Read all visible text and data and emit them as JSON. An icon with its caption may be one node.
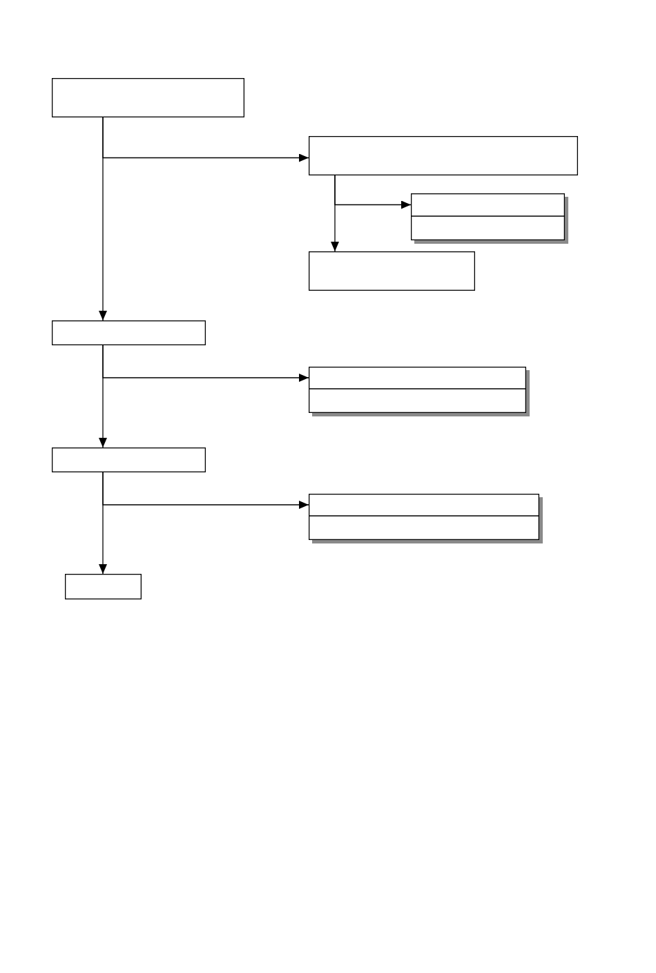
{
  "diagram": {
    "nodes": [
      {
        "text": [],
        "shape": "box"
      },
      {
        "text": [],
        "shape": "box"
      },
      {
        "text": [],
        "shape": "box"
      },
      {
        "text": [],
        "shape": "box"
      },
      {
        "text": [],
        "shape": "box"
      },
      {
        "text": [],
        "shape": "box"
      },
      {
        "text": [],
        "shape": "box"
      },
      {
        "text": [],
        "shape": "box"
      },
      {
        "text": [],
        "shape": "box"
      }
    ],
    "edges": [
      {
        "from": 0,
        "to": 1,
        "arrow": "to"
      },
      {
        "from": 0,
        "to": 4,
        "arrow": "to"
      },
      {
        "from": 1,
        "to": 2,
        "arrow": "to"
      },
      {
        "from": 1,
        "to": 3,
        "arrow": "to"
      },
      {
        "from": 4,
        "to": 5,
        "arrow": "to"
      },
      {
        "from": 4,
        "to": 6,
        "arrow": "to"
      },
      {
        "from": 6,
        "to": 7,
        "arrow": "to"
      },
      {
        "from": 6,
        "to": 8,
        "arrow": "to"
      }
    ]
  }
}
